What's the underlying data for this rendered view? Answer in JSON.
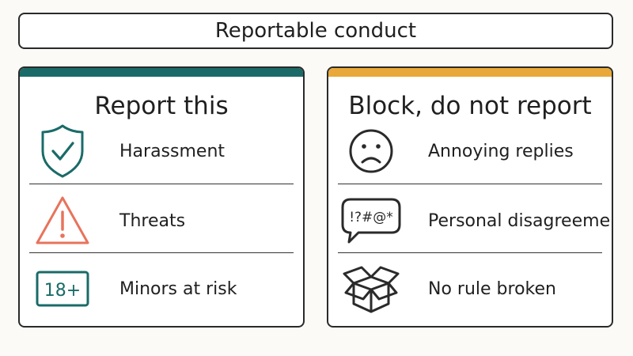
{
  "title": "Reportable conduct",
  "colors": {
    "teal": "#1a6b68",
    "amber": "#e8a93a",
    "coral": "#e8735c",
    "ink": "#2a2a2a"
  },
  "left_panel": {
    "heading": "Report this",
    "accent_color": "#1a6b68",
    "items": [
      {
        "label": "Harassment",
        "icon": "shield-check-icon"
      },
      {
        "label": "Threats",
        "icon": "warning-triangle-icon"
      },
      {
        "label": "Minors at risk",
        "icon": "age-18-plus-icon",
        "icon_text": "18+"
      }
    ]
  },
  "right_panel": {
    "heading": "Block, do not report",
    "accent_color": "#e8a93a",
    "items": [
      {
        "label": "Annoying replies",
        "icon": "frown-face-icon"
      },
      {
        "label": "Personal disagreement",
        "icon": "speech-bubble-icon",
        "icon_text": "!?#@*"
      },
      {
        "label": "No rule broken",
        "icon": "empty-box-icon"
      }
    ]
  }
}
